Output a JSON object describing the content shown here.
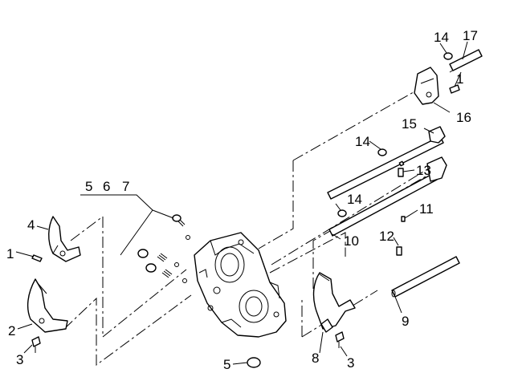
{
  "diagram": {
    "callouts": [
      {
        "id": "c1a",
        "text": "1"
      },
      {
        "id": "c1b",
        "text": "1"
      },
      {
        "id": "c2",
        "text": "2"
      },
      {
        "id": "c3a",
        "text": "3"
      },
      {
        "id": "c3b",
        "text": "3"
      },
      {
        "id": "c4",
        "text": "4"
      },
      {
        "id": "c5a",
        "text": "5"
      },
      {
        "id": "c6",
        "text": "6"
      },
      {
        "id": "c7",
        "text": "7"
      },
      {
        "id": "c5b",
        "text": "5"
      },
      {
        "id": "c8",
        "text": "8"
      },
      {
        "id": "c9",
        "text": "9"
      },
      {
        "id": "c10",
        "text": "10"
      },
      {
        "id": "c11",
        "text": "11"
      },
      {
        "id": "c12",
        "text": "12"
      },
      {
        "id": "c13",
        "text": "13"
      },
      {
        "id": "c14a",
        "text": "14"
      },
      {
        "id": "c14b",
        "text": "14"
      },
      {
        "id": "c14c",
        "text": "14"
      },
      {
        "id": "c15",
        "text": "15"
      },
      {
        "id": "c16",
        "text": "16"
      },
      {
        "id": "c17",
        "text": "17"
      }
    ]
  }
}
